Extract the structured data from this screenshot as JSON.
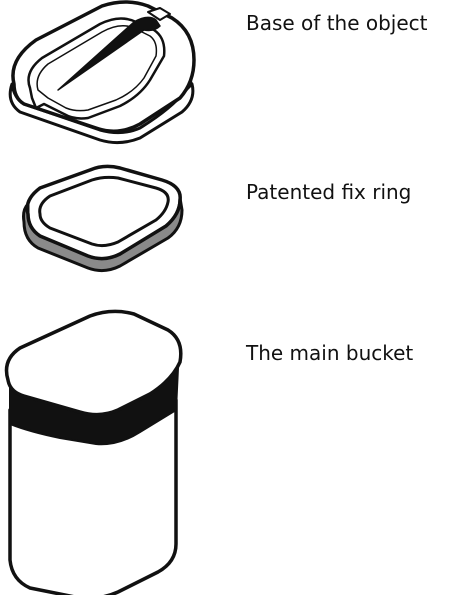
{
  "labels": {
    "base": "Base of the object",
    "ring": "Patented fix ring",
    "bucket": "The main bucket"
  },
  "colors": {
    "outline": "#111111",
    "ring_fill": "#8a8a8a",
    "band_fill": "#111111",
    "background": "#ffffff"
  }
}
